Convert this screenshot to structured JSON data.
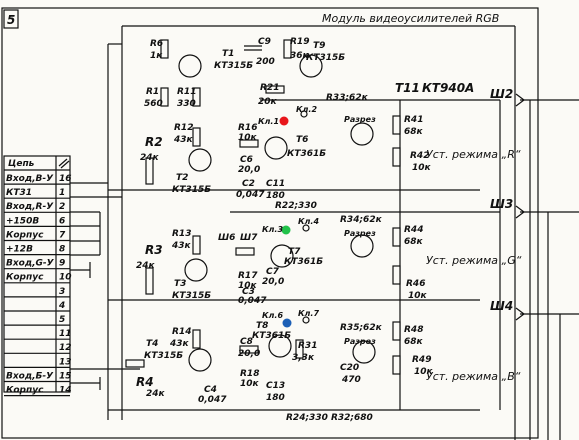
{
  "module": {
    "number": "5",
    "title": "Модуль видеоусилителей RGB"
  },
  "table": {
    "header": {
      "chain": "Цепь",
      "num_icon": "pin-number-icon"
    },
    "rows": [
      {
        "label": "Вход,В-У",
        "num": "16"
      },
      {
        "label": "КТ31",
        "num": "1"
      },
      {
        "label": "Вход,R-У",
        "num": "2"
      },
      {
        "label": "+150В",
        "num": "6"
      },
      {
        "label": "Корпус",
        "num": "7"
      },
      {
        "label": "+12В",
        "num": "8"
      },
      {
        "label": "Вход,G-У",
        "num": "9"
      },
      {
        "label": "Корпус",
        "num": "10"
      },
      {
        "label": "",
        "num": "3"
      },
      {
        "label": "",
        "num": "4"
      },
      {
        "label": "",
        "num": "5"
      },
      {
        "label": "",
        "num": "11"
      },
      {
        "label": "",
        "num": "12"
      },
      {
        "label": "",
        "num": "13"
      },
      {
        "label": "Вход,Б-У",
        "num": "15"
      },
      {
        "label": "Корпус",
        "num": "14"
      }
    ]
  },
  "components": {
    "R6": "R6",
    "R6v": "1к",
    "R1": "R1",
    "R1v": "560",
    "R11": "R11",
    "R11v": "330",
    "T1": "T1",
    "T1v": "КТ315Б",
    "C9": "C9",
    "C9v": "200",
    "R19": "R19",
    "R19v": "36к",
    "T9": "T9",
    "T9v": "КТ315Б",
    "R21": "R21",
    "R21v": "20к",
    "R2": "R2",
    "R2v": "24к",
    "R12": "R12",
    "R12v": "43к",
    "T2": "T2",
    "T2v": "КТ315Б",
    "R16": "R16",
    "R16v": "10к",
    "C6": "C6",
    "C6v": "20,0",
    "C2": "C2",
    "C2v": "0,047",
    "T6": "T6",
    "T6v": "КТ361Б",
    "C11": "C11",
    "C11v": "180",
    "T11": "T11",
    "T11v": "КТ940А",
    "R33": "R33;62к",
    "R41": "R41",
    "R41v": "68к",
    "R42": "R42",
    "R42v": "10к",
    "R22": "R22;330",
    "R3": "R3",
    "R3v": "24к",
    "R13": "R13",
    "R13v": "43к",
    "T3": "T3",
    "T3v": "КТ315Б",
    "R17": "R17",
    "R17v": "10к",
    "C7": "C7",
    "C7v": "20,0",
    "C3": "C3",
    "C3v": "0,047",
    "T7": "T7",
    "T7v": "КТ361Б",
    "R44": "R44",
    "R44v": "68к",
    "R46": "R46",
    "R46v": "10к",
    "R34": "R34;62к",
    "R4": "R4",
    "R4v": "24к",
    "R14": "R14",
    "R14v": "43к",
    "T4": "T4",
    "T4v": "КТ315Б",
    "R18": "R18",
    "R18v": "10к",
    "C8": "C8",
    "C8v": "20,0",
    "C4": "C4",
    "C4v": "0,047",
    "T8": "T8",
    "T8v": "КТ361Б",
    "R31": "R31",
    "R31v": "3,3к",
    "C13": "C13",
    "C13v": "180",
    "C20": "C20",
    "C20v": "470",
    "R35": "R35;62к",
    "R48": "R48",
    "R48v": "68к",
    "R49": "R49",
    "R49v": "10к",
    "R24": "R24;330 R32;680",
    "W6": "Ш6",
    "W7": "Ш7"
  },
  "points": {
    "kp1": "Кл.1",
    "kp2": "Кл.2",
    "kp3": "Кл.3",
    "kp4": "Кл.4",
    "kp6": "Кл.6",
    "kp7": "Кл.7",
    "raz_r": "Разрез",
    "raz_g": "Разрез",
    "raz_b": "Разрез"
  },
  "connectors": {
    "sh2": "Ш2",
    "sh3": "Ш3",
    "sh4": "Ш4"
  },
  "modes": {
    "r": "Уст. режима „R“",
    "g": "Уст. режима „G“",
    "b": "Уст. режима „B“"
  },
  "markers": {
    "red": "#e8161b",
    "green": "#22c24a",
    "blue": "#1c5fb6"
  }
}
